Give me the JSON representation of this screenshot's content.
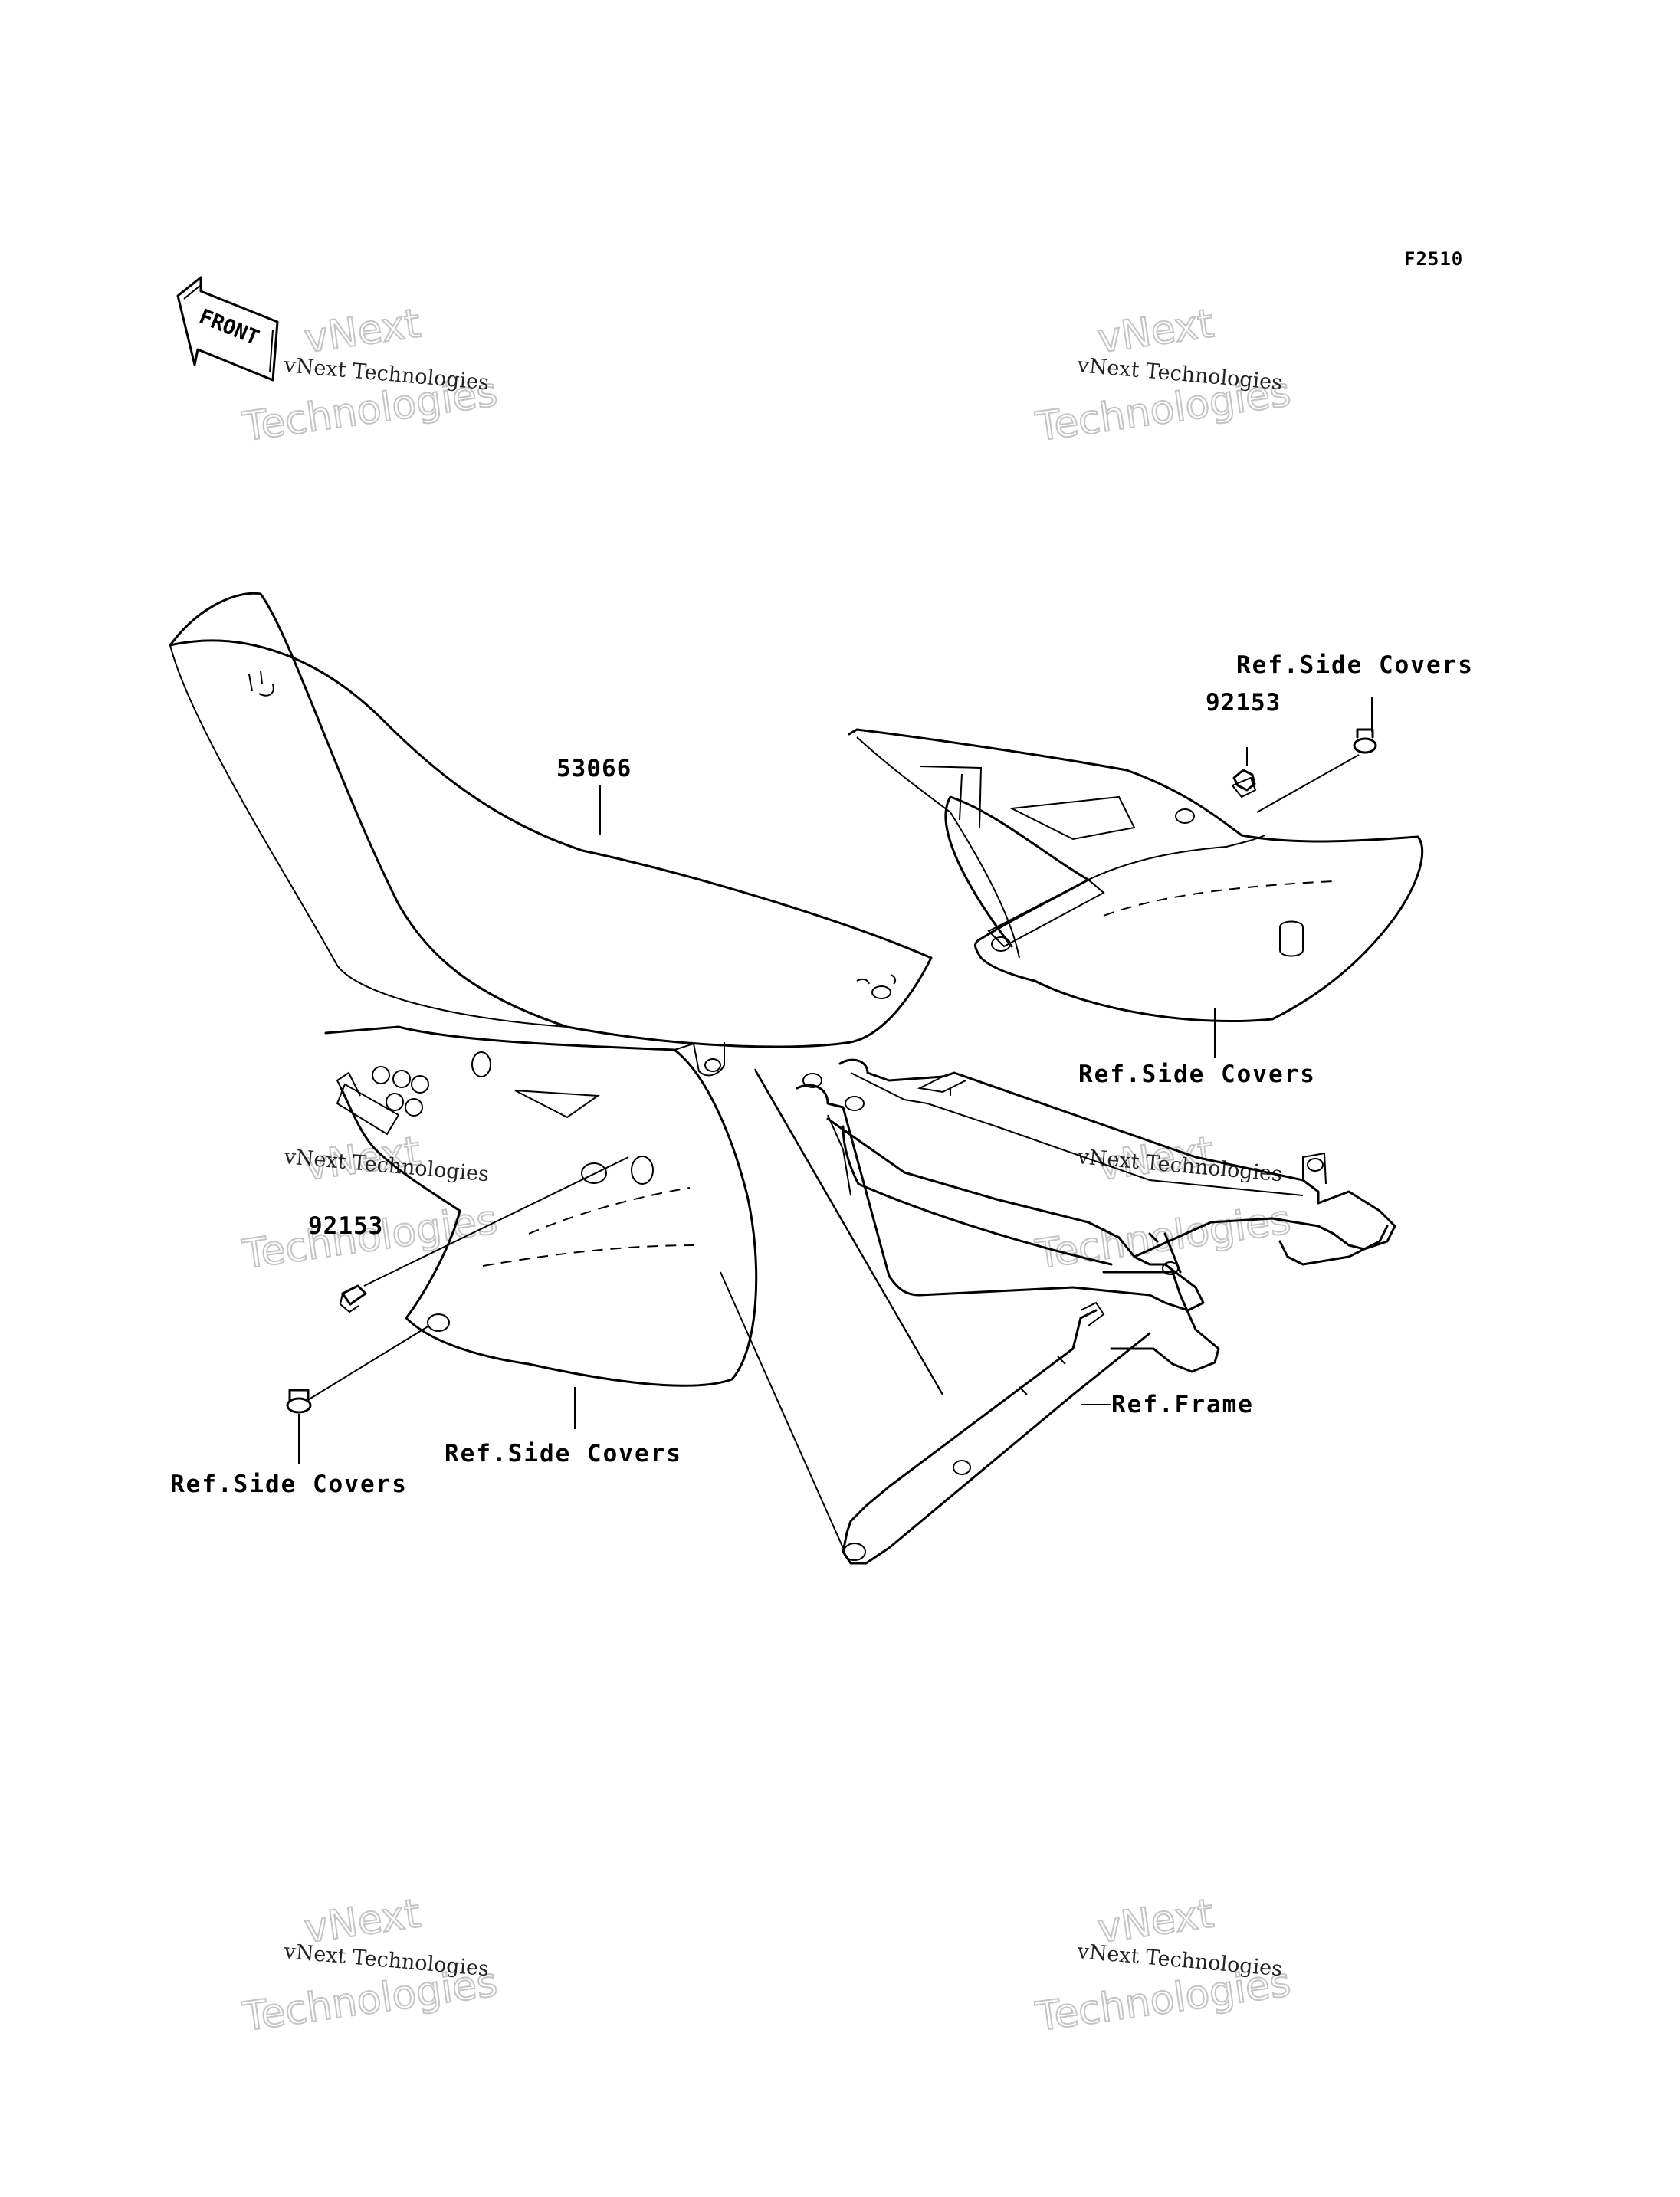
{
  "figure_code": "F2510",
  "front_label": "FRONT",
  "watermark": {
    "line1": "vNext Technologies",
    "line2": "vNext",
    "line3": "Technologies"
  },
  "labels": {
    "seat_part": "53066",
    "bolt_right": "92153",
    "bolt_left": "92153",
    "ref_side_covers_top_right": "Ref.Side Covers",
    "ref_side_covers_right": "Ref.Side Covers",
    "ref_side_covers_left_mid": "Ref.Side Covers",
    "ref_side_covers_left_bottom": "Ref.Side Covers",
    "ref_frame": "Ref.Frame"
  }
}
